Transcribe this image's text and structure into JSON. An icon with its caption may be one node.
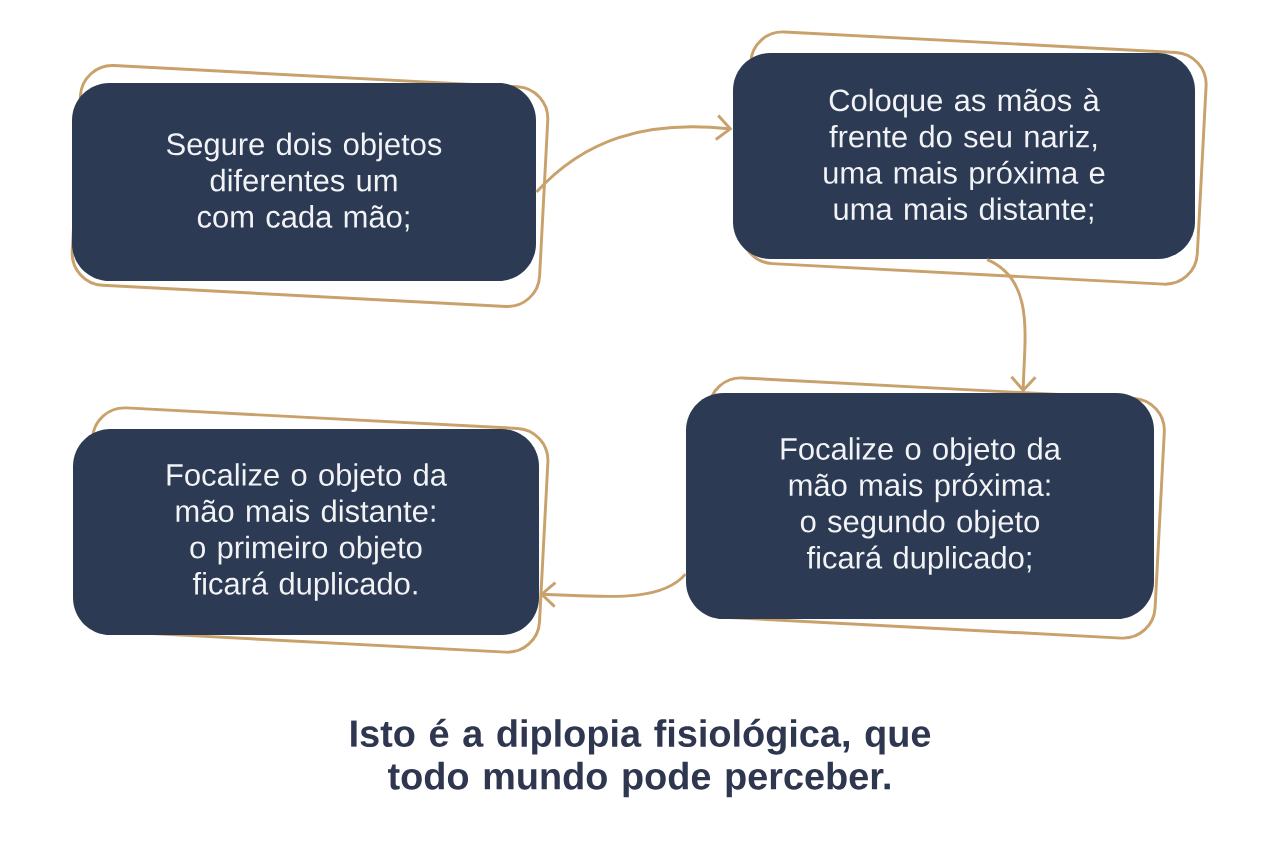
{
  "diagram": {
    "caption": "Isto é a diplopia fisiológica, que todo mundo pode perceber.",
    "nodes": [
      {
        "text": [
          "Segure dois objetos diferentes um com cada mão;"
        ]
      },
      {
        "text": [
          "Coloque as mãos à frente do seu nariz, uma mais próxima e uma mais distante;"
        ]
      },
      {
        "text": [
          "Focalize o objeto da mão mais próxima: o segundo objeto ficará duplicado;"
        ]
      },
      {
        "text": [
          "Focalize o objeto da mão mais distante: o primeiro objeto ficará duplicado."
        ]
      }
    ],
    "edges": [
      {
        "from": 0,
        "to": 1,
        "arrow": "to"
      },
      {
        "from": 1,
        "to": 2,
        "arrow": "to"
      },
      {
        "from": 2,
        "to": 3,
        "arrow": "to"
      }
    ]
  }
}
